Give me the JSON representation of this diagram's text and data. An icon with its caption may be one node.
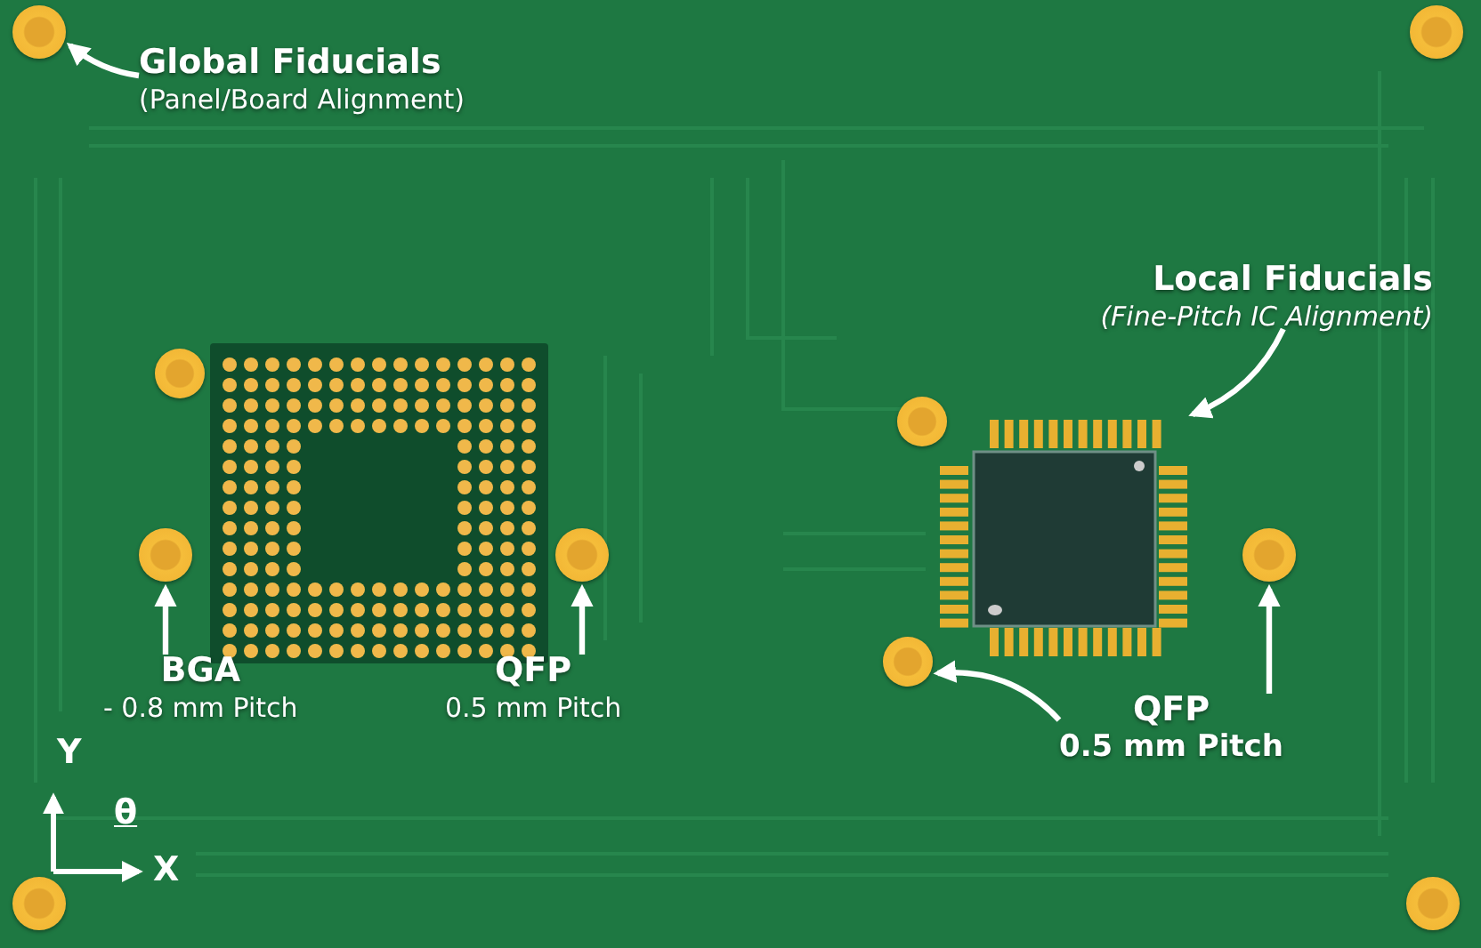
{
  "diagram": {
    "nodes": [
      {
        "text": [],
        "shape": "circle"
      },
      {
        "text": [
          "Global Fiducials",
          "(Panel/Board Alignment)"
        ]
      },
      {
        "text": [],
        "shape": "circle"
      },
      {
        "text": [
          "Local Fiducials",
          "(Fine-Pitch IC Alignment)"
        ]
      },
      {
        "text": [],
        "shape": "circle"
      },
      {
        "text": [],
        "shape": "circle"
      },
      {
        "text": [],
        "shape": "picture"
      },
      {
        "text": [],
        "shape": "circle"
      },
      {
        "text": [],
        "shape": "circle"
      },
      {
        "text": [],
        "shape": "circle"
      },
      {
        "text": [],
        "shape": "circle"
      },
      {
        "text": [
          "BGA",
          "- 0.8 mm Pitch"
        ]
      },
      {
        "text": [
          "QFP",
          "0.5 mm Pitch"
        ]
      },
      {
        "text": [
          "QFP",
          "0.5 mm Pitch"
        ]
      },
      {
        "text": [],
        "shape": "circle"
      },
      {
        "text": [],
        "shape": "circle"
      }
    ],
    "edges": [
      {
        "from": 1,
        "to": 0,
        "arrow": "to"
      },
      {
        "from": 3,
        "to": 6,
        "arrow": "to"
      },
      {
        "from": 11,
        "to": 7,
        "arrow": "to"
      },
      {
        "from": 12,
        "to": 8,
        "arrow": "to"
      },
      {
        "from": 13,
        "to": 9,
        "arrow": "to"
      },
      {
        "from": 13,
        "to": 10,
        "arrow": "to"
      }
    ],
    "labels": [
      "Y",
      "θ",
      "X"
    ]
  }
}
